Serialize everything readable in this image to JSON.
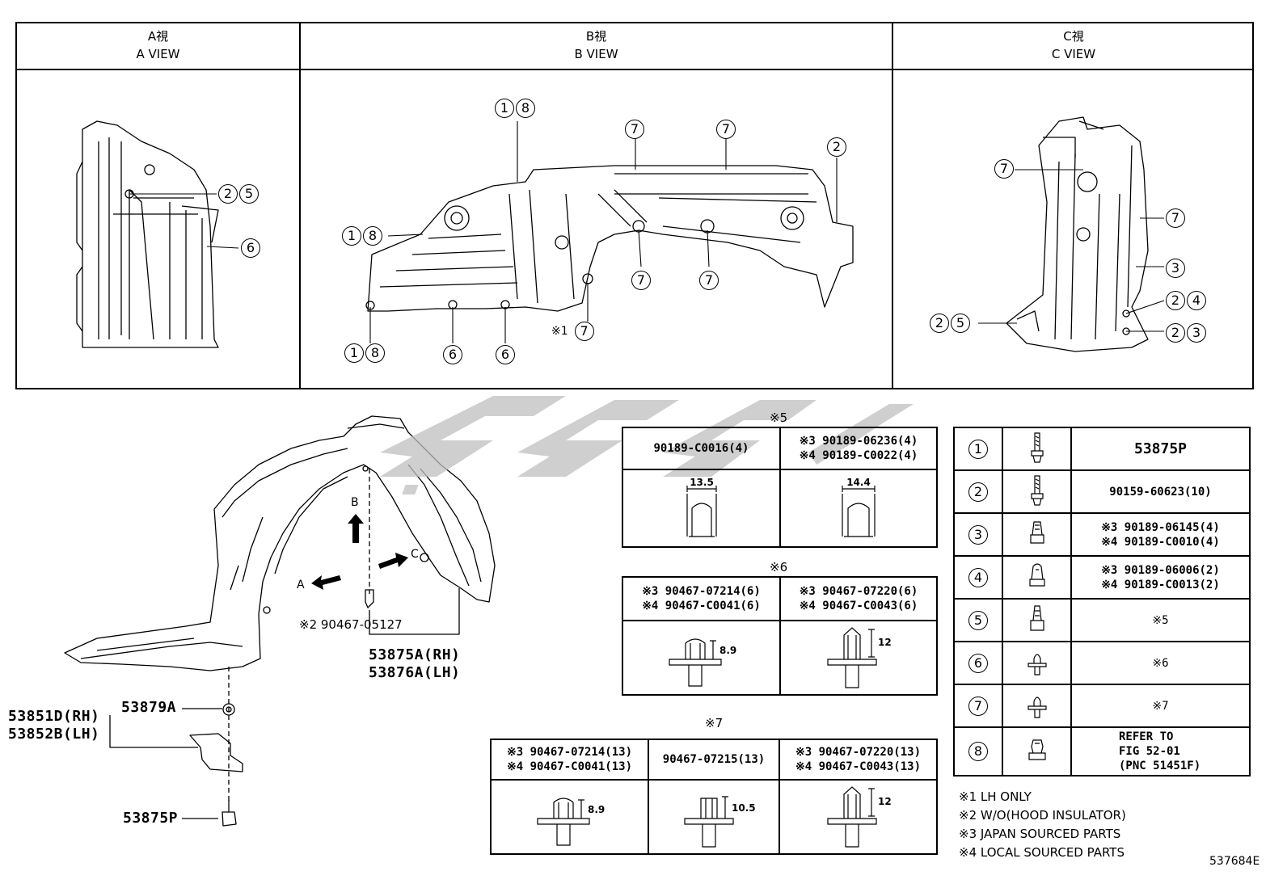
{
  "views": [
    {
      "title_jp": "A視",
      "title_en": "A VIEW"
    },
    {
      "title_jp": "B視",
      "title_en": "B VIEW"
    },
    {
      "title_jp": "C視",
      "title_en": "C VIEW"
    }
  ],
  "callouts": {
    "a_25": [
      "2",
      "5"
    ],
    "a_6": [
      "6"
    ],
    "b_18_top": [
      "1",
      "8"
    ],
    "b_7_a": [
      "7"
    ],
    "b_7_b": [
      "7"
    ],
    "b_2": [
      "2"
    ],
    "b_18_left": [
      "1",
      "8"
    ],
    "b_7_c": [
      "7"
    ],
    "b_7_d": [
      "7"
    ],
    "b_7_e_prefix": "※1",
    "b_7_e": [
      "7"
    ],
    "b_18_bottom": [
      "1",
      "8"
    ],
    "b_6_a": [
      "6"
    ],
    "b_6_b": [
      "6"
    ],
    "c_7_a": [
      "7"
    ],
    "c_7_b": [
      "7"
    ],
    "c_3": [
      "3"
    ],
    "c_24": [
      "2",
      "4"
    ],
    "c_23": [
      "2",
      "3"
    ],
    "c_25": [
      "2",
      "5"
    ]
  },
  "main": {
    "arrow_a": "A",
    "arrow_b": "B",
    "arrow_c": "C",
    "clip_note": "※2 90467-05127",
    "liner_rh": "53875A(RH)",
    "liner_lh": "53876A(LH)",
    "bracket_rh": "53851D(RH)",
    "bracket_lh": "53852B(LH)",
    "nut": "53879A",
    "screw": "53875P"
  },
  "table5": {
    "title": "※5",
    "col1": [
      "90189-C0016(4)"
    ],
    "col2": [
      "※3 90189-06236(4)",
      "※4 90189-C0022(4)"
    ],
    "dim1": "13.5",
    "dim2": "14.4"
  },
  "table6": {
    "title": "※6",
    "col1": [
      "※3 90467-07214(6)",
      "※4 90467-C0041(6)"
    ],
    "col2": [
      "※3 90467-07220(6)",
      "※4 90467-C0043(6)"
    ],
    "dim1": "8.9",
    "dim2": "12"
  },
  "table7": {
    "title": "※7",
    "col1": [
      "※3 90467-07214(13)",
      "※4 90467-C0041(13)"
    ],
    "col2": [
      "90467-07215(13)"
    ],
    "col3": [
      "※3 90467-07220(13)",
      "※4 90467-C0043(13)"
    ],
    "dim1": "8.9",
    "dim2": "10.5",
    "dim3": "12"
  },
  "legend": [
    {
      "num": "1",
      "lines": [
        "53875P"
      ]
    },
    {
      "num": "2",
      "lines": [
        "90159-60623(10)"
      ]
    },
    {
      "num": "3",
      "lines": [
        "※3 90189-06145(4)",
        "※4 90189-C0010(4)"
      ]
    },
    {
      "num": "4",
      "lines": [
        "※3 90189-06006(2)",
        "※4 90189-C0013(2)"
      ]
    },
    {
      "num": "5",
      "lines": [
        "※5"
      ]
    },
    {
      "num": "6",
      "lines": [
        "※6"
      ]
    },
    {
      "num": "7",
      "lines": [
        "※7"
      ]
    },
    {
      "num": "8",
      "lines": [
        "REFER TO",
        "FIG 52-01",
        "(PNC 51451F)"
      ]
    }
  ],
  "footnotes": [
    "※1 LH ONLY",
    "※2 W/O(HOOD INSULATOR)",
    "※3 JAPAN SOURCED PARTS",
    "※4 LOCAL SOURCED PARTS"
  ],
  "diagram_id": "537684E"
}
